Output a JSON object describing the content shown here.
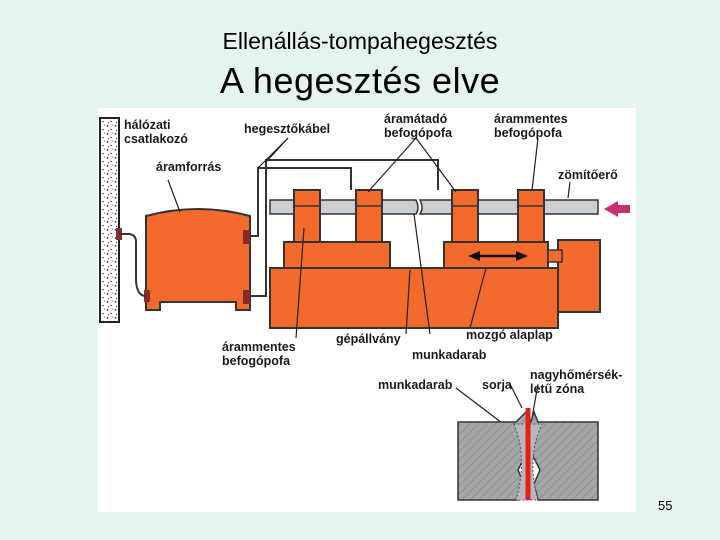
{
  "slide": {
    "subtitle": "Ellenállás-tompahegesztés",
    "title": "A hegesztés elve",
    "page_number": "55"
  },
  "diagram": {
    "labels": {
      "network_connector": "hálózati\ncsatlakozó",
      "welding_cable": "hegesztőkábel",
      "power_source": "áramforrás",
      "current_clamp": "áramátadó\nbefogópofa",
      "insulated_clamp_top": "árammentes\nbefogópofa",
      "upsetting_force": "zömítőerő",
      "insulated_clamp_bottom": "árammentes\nbefogópofa",
      "machine_frame": "gépállvány",
      "moving_base": "mozgó alaplap",
      "workpiece": "munkadarab",
      "detail_workpiece": "munkadarab",
      "flash": "sorja",
      "hot_zone": "nagyhőmérsék-\nletű zóna"
    },
    "colors": {
      "machine": "#f46a2c",
      "outline": "#333333",
      "workpiece": "#c9cfd3",
      "arrow": "#c8306f",
      "weld": "#e02020",
      "detail_metal": "#a6a6a6"
    }
  }
}
